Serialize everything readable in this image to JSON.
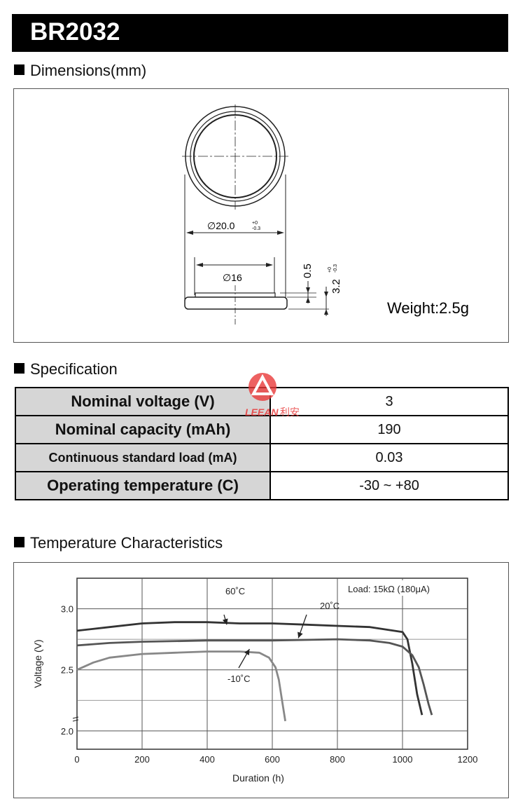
{
  "title": "BR2032",
  "dimensions": {
    "heading": "Dimensions(mm)",
    "outer_dia": "∅20.0",
    "outer_tol_plus": "+0",
    "outer_tol_minus": "-0.3",
    "inner_dia": "∅16",
    "height_step": "0.5",
    "height_total": "3.2",
    "height_tol_plus": "+0",
    "height_tol_minus": "-0.3",
    "weight": "Weight:2.5g"
  },
  "specification": {
    "heading": "Specification",
    "rows": [
      {
        "label": "Nominal voltage (V)",
        "value": "3"
      },
      {
        "label": "Nominal capacity (mAh)",
        "value": "190"
      },
      {
        "label": "Continuous standard load (mA)",
        "value": "0.03"
      },
      {
        "label": "Operating temperature (C)",
        "value": "-30 ~ +80"
      }
    ]
  },
  "watermark": {
    "brand": "LEEAN",
    "cn": "利安",
    "color": "#e83a3a"
  },
  "temperature": {
    "heading": "Temperature Characteristics",
    "chart_data": {
      "type": "line",
      "title": "",
      "xlabel": "Duration (h)",
      "ylabel": "Voltage (V)",
      "xlim": [
        0,
        1200
      ],
      "ylim": [
        1.85,
        3.25
      ],
      "xticks": [
        0,
        200,
        400,
        600,
        800,
        1000,
        1200
      ],
      "yticks": [
        2.0,
        2.5,
        3.0
      ],
      "grid": true,
      "annotation": "Load: 15kΩ (180μA)",
      "series": [
        {
          "name": "60˚C",
          "color": "#333333",
          "x": [
            0,
            100,
            200,
            300,
            400,
            500,
            600,
            700,
            800,
            900,
            1000,
            1015,
            1030,
            1045,
            1060
          ],
          "y": [
            2.82,
            2.85,
            2.88,
            2.89,
            2.89,
            2.88,
            2.88,
            2.87,
            2.86,
            2.85,
            2.81,
            2.75,
            2.55,
            2.3,
            2.13
          ]
        },
        {
          "name": "20˚C",
          "color": "#555555",
          "x": [
            0,
            100,
            200,
            400,
            600,
            800,
            900,
            960,
            1000,
            1030,
            1050,
            1065,
            1080,
            1090
          ],
          "y": [
            2.7,
            2.72,
            2.73,
            2.74,
            2.74,
            2.75,
            2.74,
            2.72,
            2.69,
            2.62,
            2.52,
            2.38,
            2.22,
            2.13
          ]
        },
        {
          "name": "-10˚C",
          "color": "#888888",
          "x": [
            0,
            50,
            100,
            200,
            300,
            400,
            500,
            560,
            590,
            610,
            620,
            630,
            640
          ],
          "y": [
            2.5,
            2.56,
            2.6,
            2.63,
            2.64,
            2.65,
            2.65,
            2.64,
            2.6,
            2.52,
            2.42,
            2.25,
            2.08
          ]
        }
      ]
    }
  }
}
